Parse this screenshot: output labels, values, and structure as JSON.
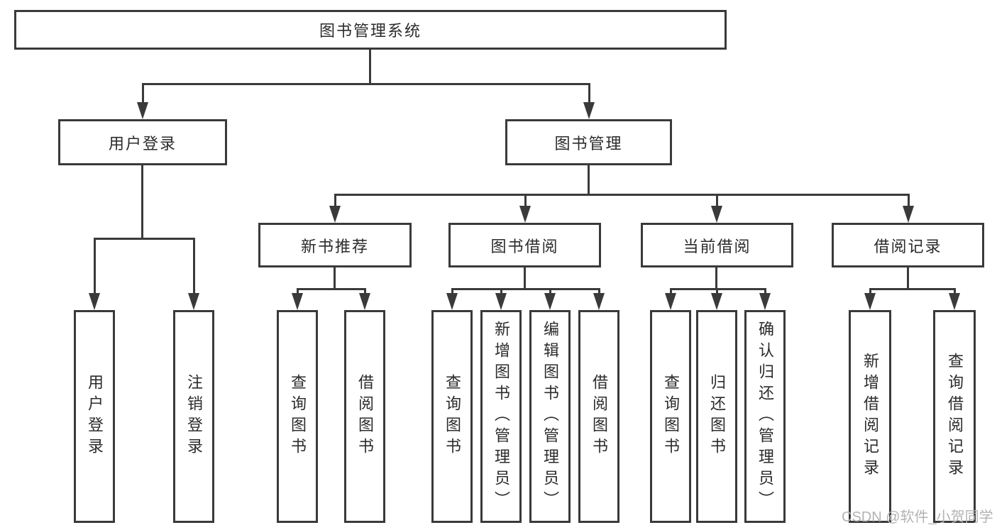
{
  "diagram_type": "hierarchy",
  "colors": {
    "line": "#3a3a3a",
    "text": "#2b2b2b",
    "background": "#ffffff",
    "watermark": "#b3b3b3"
  },
  "watermark": {
    "text": "CSDN @软件_小贺同学"
  },
  "tree": {
    "label": "图书管理系统",
    "children": [
      {
        "label": "用户登录",
        "children": [
          {
            "label": "用户登录"
          },
          {
            "label": "注销登录"
          }
        ]
      },
      {
        "label": "图书管理",
        "children": [
          {
            "label": "新书推荐",
            "children": [
              {
                "label": "查询图书"
              },
              {
                "label": "借阅图书"
              }
            ]
          },
          {
            "label": "图书借阅",
            "children": [
              {
                "label": "查询图书"
              },
              {
                "label": "新增图书（管理员）"
              },
              {
                "label": "编辑图书（管理员）"
              },
              {
                "label": "借阅图书"
              }
            ]
          },
          {
            "label": "当前借阅",
            "children": [
              {
                "label": "查询图书"
              },
              {
                "label": "归还图书"
              },
              {
                "label": "确认归还（管理员）"
              }
            ]
          },
          {
            "label": "借阅记录",
            "children": [
              {
                "label": "新增借阅记录"
              },
              {
                "label": "查询借阅记录"
              }
            ]
          }
        ]
      }
    ]
  }
}
